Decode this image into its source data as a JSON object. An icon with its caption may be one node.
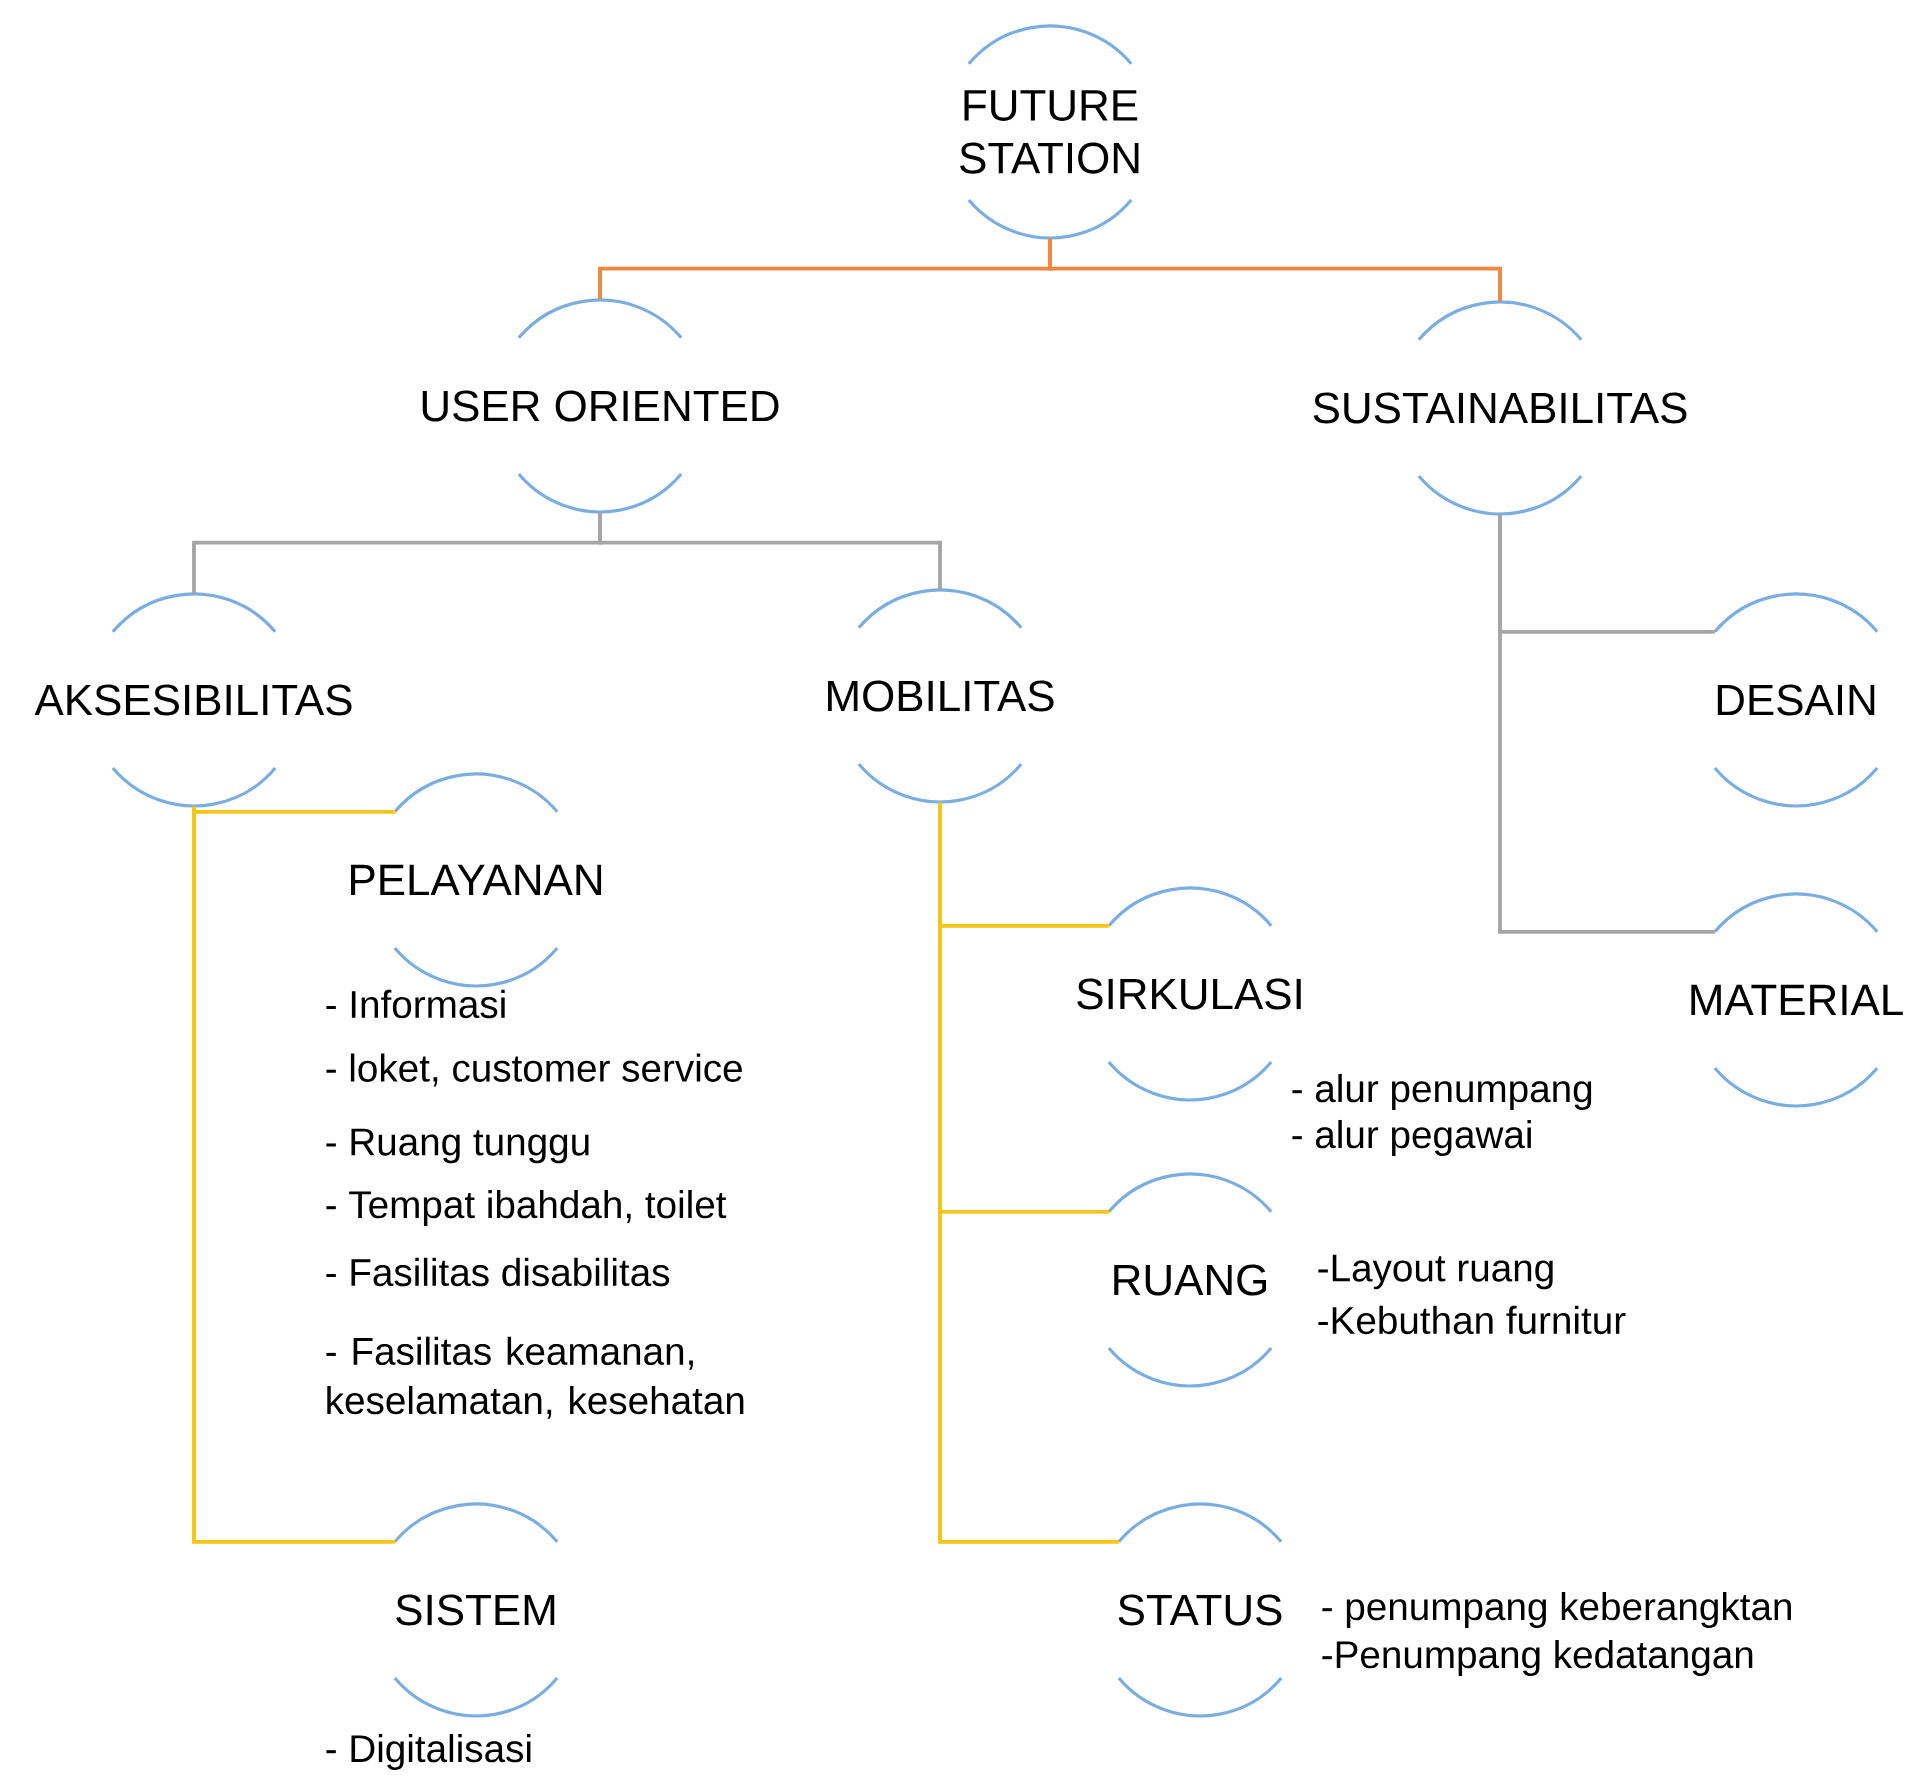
{
  "diagram": {
    "nodes": [
      {
        "text": [
          "FUTURE STATION"
        ]
      },
      {
        "text": [
          "USER ORIENTED"
        ]
      },
      {
        "text": [
          "SUSTAINABILITAS"
        ]
      },
      {
        "text": [
          "AKSESIBILITAS"
        ]
      },
      {
        "text": [
          "MOBILITAS"
        ]
      },
      {
        "text": [
          "DESAIN"
        ]
      },
      {
        "text": [
          "PELAYANAN"
        ],
        "beside": [
          "- Informasi",
          "- loket, customer service",
          "- Ruang tunggu",
          "- Tempat ibahdah, toilet",
          "- Fasilitas disabilitas",
          "- Fasilitas keamanan, keselamatan, kesehatan"
        ]
      },
      {
        "text": [
          "SIRKULASI"
        ],
        "beside": [
          "- alur penumpang",
          "- alur pegawai"
        ]
      },
      {
        "text": [
          "MATERIAL"
        ]
      },
      {
        "text": [
          "RUANG"
        ],
        "beside": [
          "-Layout ruang",
          "-Kebuthan furnitur"
        ]
      },
      {
        "text": [
          "SISTEM"
        ],
        "beside": [
          "- Digitalisasi"
        ]
      },
      {
        "text": [
          "STATUS"
        ],
        "beside": [
          "- penumpang keberangktan",
          "-Penumpang kedatangan"
        ]
      }
    ],
    "edges": [
      {
        "from": 0,
        "to": 1,
        "arrow": "none",
        "color": "#f0883e"
      },
      {
        "from": 0,
        "to": 2,
        "arrow": "none",
        "color": "#f0883e"
      },
      {
        "from": 1,
        "to": 3,
        "arrow": "none",
        "color": "#a6a6a6"
      },
      {
        "from": 1,
        "to": 4,
        "arrow": "none",
        "color": "#a6a6a6"
      },
      {
        "from": 2,
        "to": 5,
        "arrow": "none",
        "color": "#a6a6a6"
      },
      {
        "from": 2,
        "to": 8,
        "arrow": "none",
        "color": "#a6a6a6"
      },
      {
        "from": 3,
        "to": 6,
        "arrow": "none"
      },
      {
        "from": 3,
        "to": 10,
        "arrow": "none"
      },
      {
        "from": 4,
        "to": 7,
        "arrow": "none"
      },
      {
        "from": 4,
        "to": 9,
        "arrow": "none"
      },
      {
        "from": 4,
        "to": 11,
        "arrow": "none"
      }
    ]
  }
}
